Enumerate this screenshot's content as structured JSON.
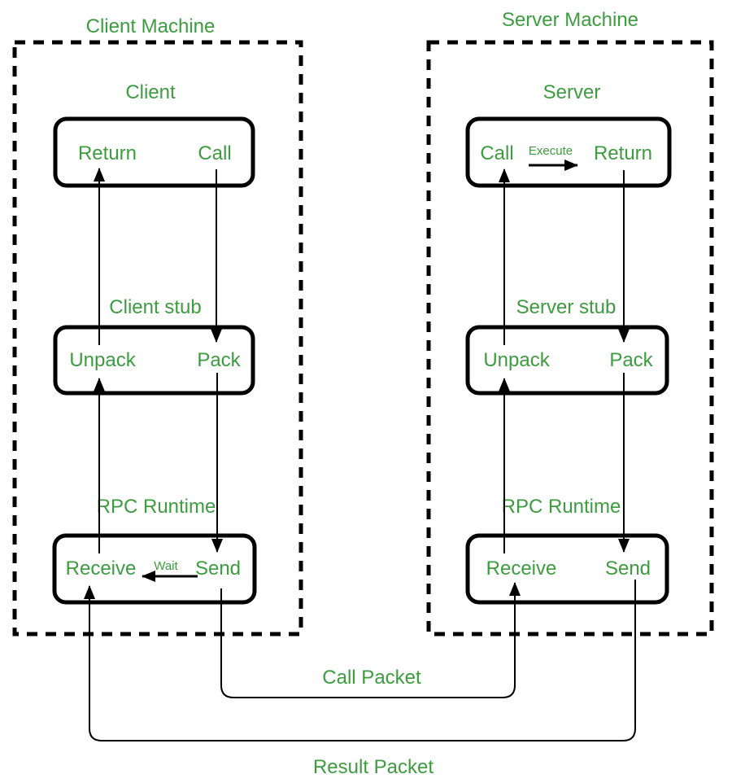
{
  "colors": {
    "label_green": "#3d9c3f",
    "line_black": "#000000",
    "background": "#ffffff"
  },
  "client_machine": {
    "title": "Client Machine",
    "process": {
      "label": "Client",
      "left": "Return",
      "right": "Call"
    },
    "stub": {
      "label": "Client stub",
      "left": "Unpack",
      "right": "Pack"
    },
    "runtime": {
      "label": "RPC Runtime",
      "left": "Receive",
      "right": "Send",
      "arrow_label": "Wait",
      "arrow_direction": "left"
    }
  },
  "server_machine": {
    "title": "Server Machine",
    "process": {
      "label": "Server",
      "left": "Call",
      "right": "Return",
      "arrow_label": "Execute",
      "arrow_direction": "right"
    },
    "stub": {
      "label": "Server stub",
      "left": "Unpack",
      "right": "Pack"
    },
    "runtime": {
      "label": "RPC Runtime",
      "left": "Receive",
      "right": "Send"
    }
  },
  "packet_links": {
    "call_packet": {
      "label": "Call Packet",
      "from": "client Send",
      "to": "server Receive"
    },
    "result_packet": {
      "label": "Result Packet",
      "from": "server Send",
      "to": "client Receive"
    }
  }
}
